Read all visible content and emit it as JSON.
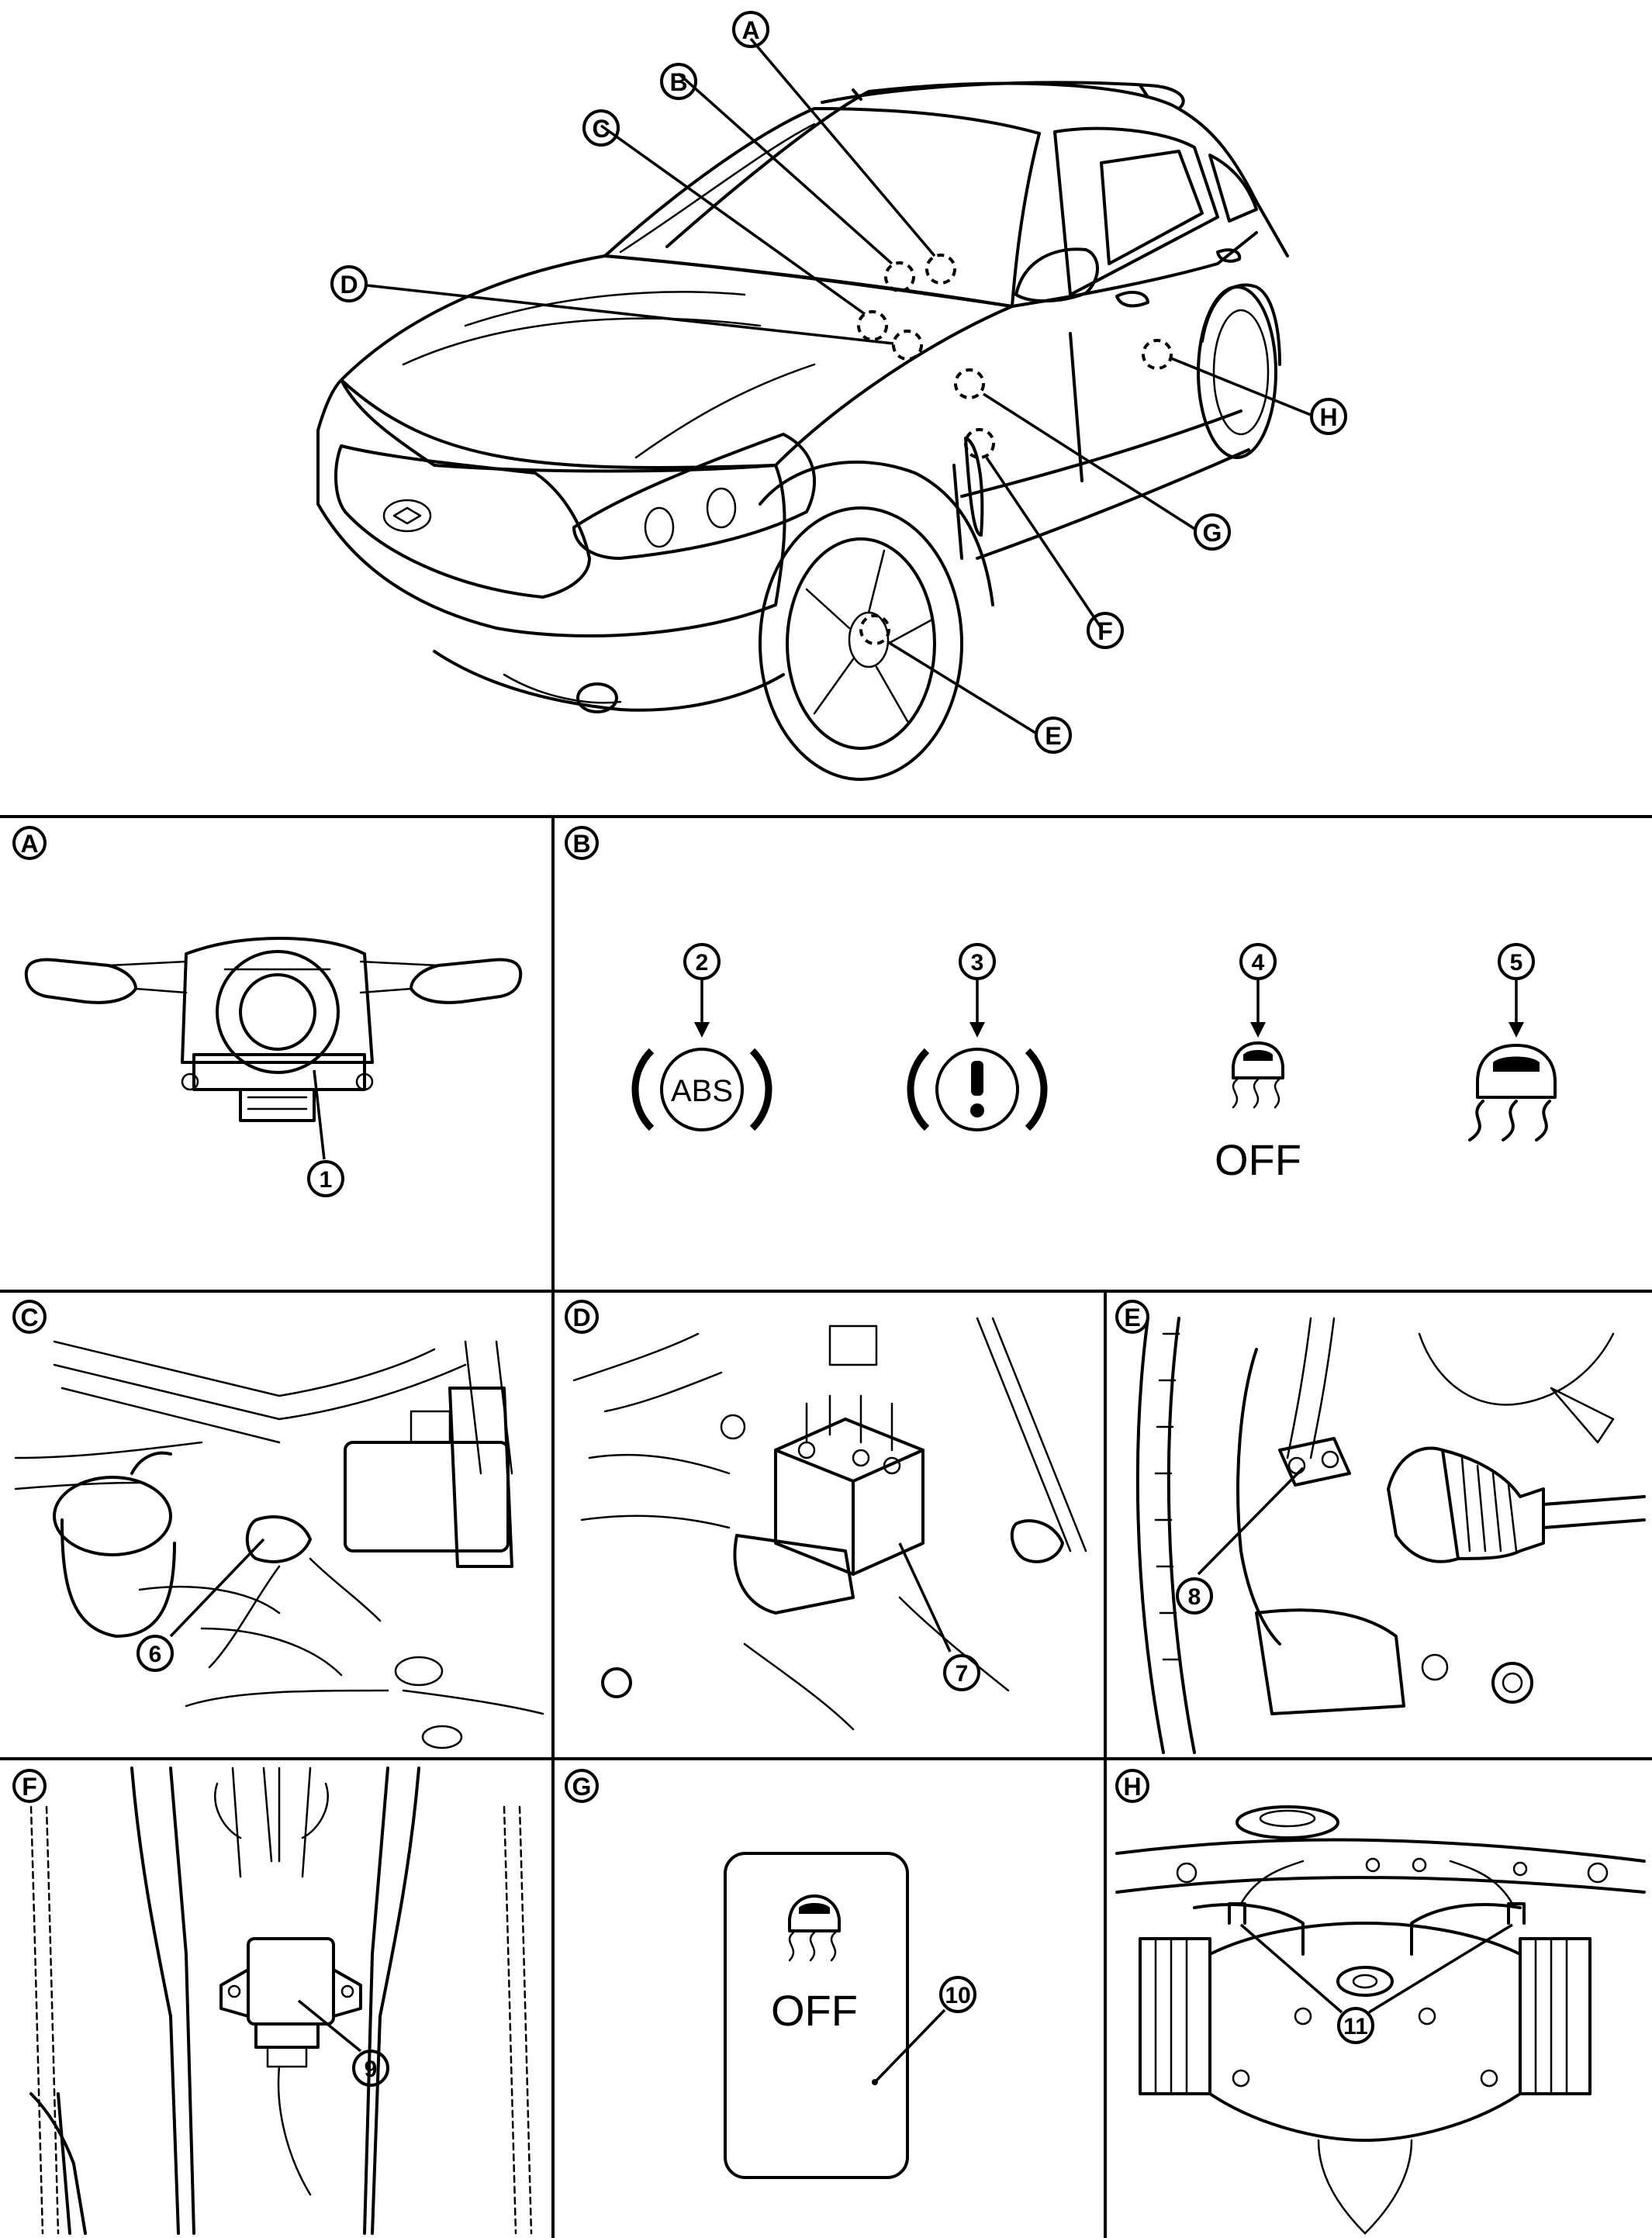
{
  "overview_callouts": [
    "A",
    "B",
    "C",
    "D",
    "E",
    "F",
    "G",
    "H"
  ],
  "panels": {
    "A": {
      "label": "A",
      "parts": [
        "1"
      ]
    },
    "B": {
      "label": "B",
      "parts": [
        "2",
        "3",
        "4",
        "5"
      ],
      "abs_text": "ABS",
      "off_text": "OFF"
    },
    "C": {
      "label": "C",
      "parts": [
        "6"
      ]
    },
    "D": {
      "label": "D",
      "parts": [
        "7"
      ]
    },
    "E": {
      "label": "E",
      "parts": [
        "8"
      ]
    },
    "F": {
      "label": "F",
      "parts": [
        "9"
      ]
    },
    "G": {
      "label": "G",
      "parts": [
        "10"
      ],
      "off_text": "OFF"
    },
    "H": {
      "label": "H",
      "parts": [
        "11"
      ]
    }
  },
  "icons": [
    "steering-angle-sensor-icon",
    "abs-warning-lamp-icon",
    "brake-warning-lamp-icon",
    "vdc-off-indicator-icon",
    "slip-indicator-icon",
    "brake-fluid-level-switch-icon",
    "abs-actuator-unit-icon",
    "wheel-sensor-icon",
    "yaw-rate-sensor-icon",
    "vdc-off-switch-icon",
    "rear-wheel-sensor-icon"
  ]
}
